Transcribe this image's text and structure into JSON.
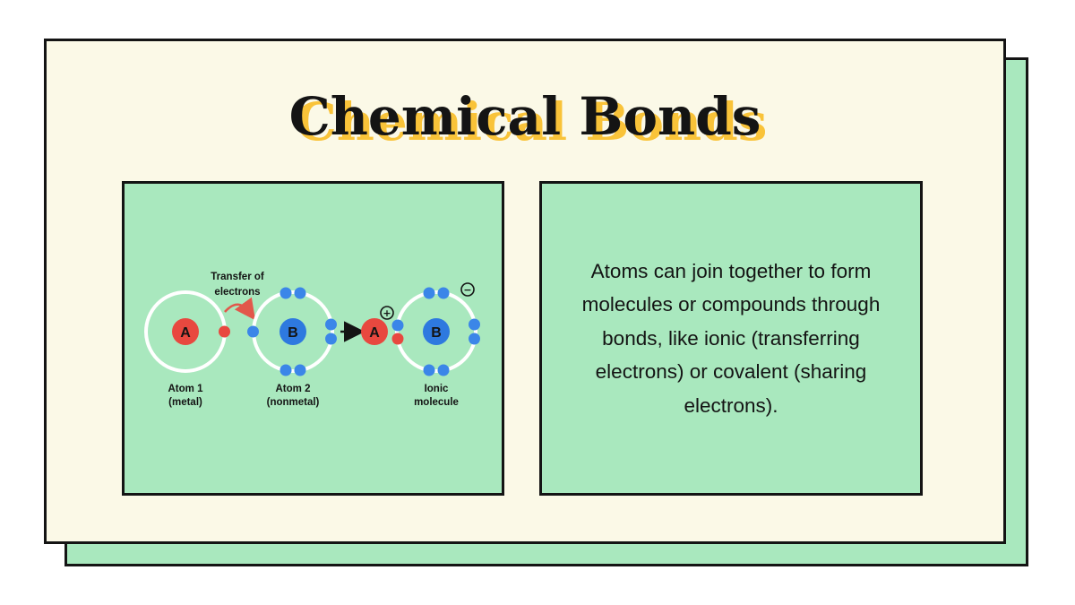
{
  "title": "Chemical Bonds",
  "colors": {
    "page_background": "#FFFFFF",
    "card_cream": "#FBF9E7",
    "card_green": "#A9E8BE",
    "border_black": "#141414",
    "title_shadow_yellow": "#F9C339",
    "metal_red": "#E8483F",
    "red_arrow": "#E2574B",
    "nucleus_blue": "#2E79DF",
    "electron_blue": "#3B86E8",
    "shell_white": "#FFFFFF"
  },
  "diagram": {
    "transfer_label_line1": "Transfer of",
    "transfer_label_line2": "electrons",
    "atom1": {
      "symbol": "A",
      "label_line1": "Atom 1",
      "label_line2": "(metal)"
    },
    "atom2": {
      "symbol": "B",
      "label_line1": "Atom 2",
      "label_line2": "(nonmetal)"
    },
    "ion": {
      "cation_symbol": "A",
      "anion_symbol": "B",
      "plus_sign": "+",
      "minus_sign": "−",
      "label_line1": "Ionic",
      "label_line2": "molecule"
    }
  },
  "right_panel": {
    "text": "Atoms can join together to form molecules or compounds through bonds, like ionic (transferring electrons) or covalent (sharing electrons)."
  }
}
